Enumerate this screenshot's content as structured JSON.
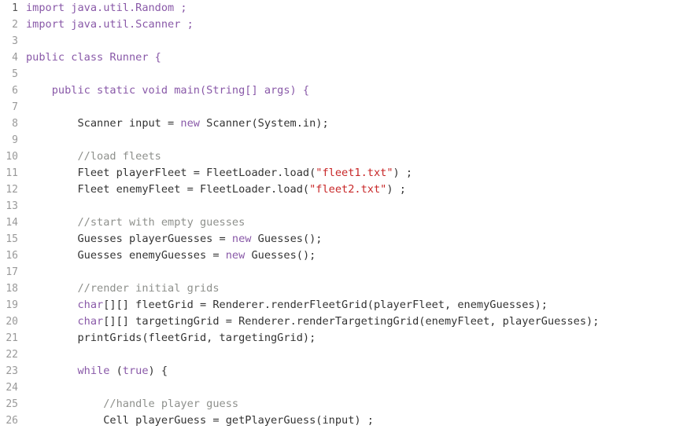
{
  "colors": {
    "keyword": "#8959a8",
    "type": "#3e999f",
    "string": "#c82829",
    "comment": "#8e908c",
    "plain": "#333333",
    "gutter": "#999999",
    "background": "#ffffff"
  },
  "lines": [
    {
      "num": "1",
      "tokens": [
        {
          "t": "import java.util.Random ;",
          "c": "kw"
        }
      ]
    },
    {
      "num": "2",
      "tokens": [
        {
          "t": "import java.util.Scanner ;",
          "c": "kw"
        }
      ]
    },
    {
      "num": "3",
      "tokens": []
    },
    {
      "num": "4",
      "tokens": [
        {
          "t": "public class Runner {",
          "c": "kw"
        }
      ]
    },
    {
      "num": "5",
      "tokens": []
    },
    {
      "num": "6",
      "tokens": [
        {
          "t": "    public static void main(String[] args) {",
          "c": "kw"
        }
      ]
    },
    {
      "num": "7",
      "tokens": []
    },
    {
      "num": "8",
      "tokens": [
        {
          "t": "        Scanner input = ",
          "c": "pl"
        },
        {
          "t": "new",
          "c": "kw"
        },
        {
          "t": " Scanner(System.in);",
          "c": "pl"
        }
      ]
    },
    {
      "num": "9",
      "tokens": []
    },
    {
      "num": "10",
      "tokens": [
        {
          "t": "        //load fleets",
          "c": "cm"
        }
      ]
    },
    {
      "num": "11",
      "tokens": [
        {
          "t": "        Fleet playerFleet = FleetLoader.load(",
          "c": "pl"
        },
        {
          "t": "\"fleet1.txt\"",
          "c": "str"
        },
        {
          "t": ") ;",
          "c": "pl"
        }
      ]
    },
    {
      "num": "12",
      "tokens": [
        {
          "t": "        Fleet enemyFleet = FleetLoader.load(",
          "c": "pl"
        },
        {
          "t": "\"fleet2.txt\"",
          "c": "str"
        },
        {
          "t": ") ;",
          "c": "pl"
        }
      ]
    },
    {
      "num": "13",
      "tokens": []
    },
    {
      "num": "14",
      "tokens": [
        {
          "t": "        //start with empty guesses",
          "c": "cm"
        }
      ]
    },
    {
      "num": "15",
      "tokens": [
        {
          "t": "        Guesses playerGuesses = ",
          "c": "pl"
        },
        {
          "t": "new",
          "c": "kw"
        },
        {
          "t": " Guesses();",
          "c": "pl"
        }
      ]
    },
    {
      "num": "16",
      "tokens": [
        {
          "t": "        Guesses enemyGuesses = ",
          "c": "pl"
        },
        {
          "t": "new",
          "c": "kw"
        },
        {
          "t": " Guesses();",
          "c": "pl"
        }
      ]
    },
    {
      "num": "17",
      "tokens": []
    },
    {
      "num": "18",
      "tokens": [
        {
          "t": "        //render initial grids",
          "c": "cm"
        }
      ]
    },
    {
      "num": "19",
      "tokens": [
        {
          "t": "        ",
          "c": "pl"
        },
        {
          "t": "char",
          "c": "kw"
        },
        {
          "t": "[][] fleetGrid = Renderer.renderFleetGrid(playerFleet, enemyGuesses);",
          "c": "pl"
        }
      ]
    },
    {
      "num": "20",
      "tokens": [
        {
          "t": "        ",
          "c": "pl"
        },
        {
          "t": "char",
          "c": "kw"
        },
        {
          "t": "[][] targetingGrid = Renderer.renderTargetingGrid(enemyFleet, playerGuesses);",
          "c": "pl"
        }
      ]
    },
    {
      "num": "21",
      "tokens": [
        {
          "t": "        printGrids(fleetGrid, targetingGrid);",
          "c": "pl"
        }
      ]
    },
    {
      "num": "22",
      "tokens": []
    },
    {
      "num": "23",
      "tokens": [
        {
          "t": "        ",
          "c": "pl"
        },
        {
          "t": "while",
          "c": "kw"
        },
        {
          "t": " (",
          "c": "pl"
        },
        {
          "t": "true",
          "c": "kw"
        },
        {
          "t": ") {",
          "c": "pl"
        }
      ]
    },
    {
      "num": "24",
      "tokens": []
    },
    {
      "num": "25",
      "tokens": [
        {
          "t": "            //handle player guess",
          "c": "cm"
        }
      ]
    },
    {
      "num": "26",
      "tokens": [
        {
          "t": "            Cell playerGuess = getPlayerGuess(input) ;",
          "c": "pl"
        }
      ]
    }
  ]
}
